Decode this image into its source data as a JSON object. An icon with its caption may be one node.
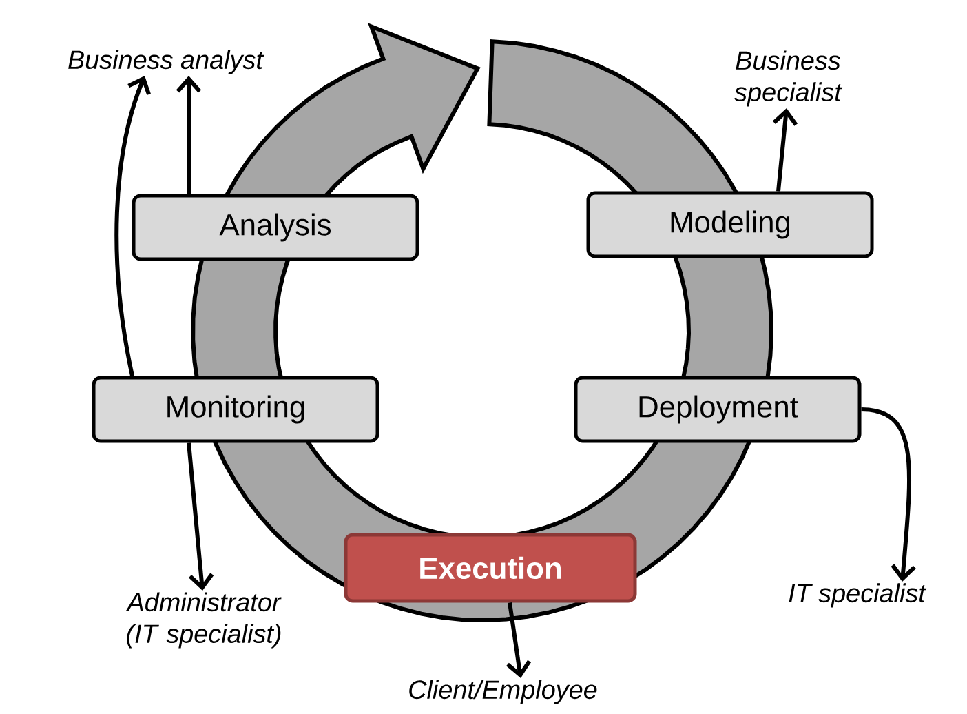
{
  "diagram": {
    "nodes": [
      {
        "text": [
          "Analysis"
        ]
      },
      {
        "text": [
          "Modeling"
        ]
      },
      {
        "text": [
          "Deployment"
        ]
      },
      {
        "text": [
          "Execution"
        ]
      },
      {
        "text": [
          "Monitoring"
        ]
      },
      {
        "text": [
          "Business analyst"
        ]
      },
      {
        "text": [
          "Business specialist"
        ]
      },
      {
        "text": [
          "IT specialist"
        ]
      },
      {
        "text": [
          "Client/Employee"
        ]
      },
      {
        "text": [
          "Administrator (IT specialist)"
        ]
      }
    ],
    "edges": [
      {
        "from": 0,
        "to": 5,
        "arrow": "to"
      },
      {
        "from": 4,
        "to": 5,
        "arrow": "to"
      },
      {
        "from": 1,
        "to": 6,
        "arrow": "to"
      },
      {
        "from": 2,
        "to": 7,
        "arrow": "to"
      },
      {
        "from": 3,
        "to": 8,
        "arrow": "to"
      },
      {
        "from": 4,
        "to": 9,
        "arrow": "to"
      }
    ]
  }
}
